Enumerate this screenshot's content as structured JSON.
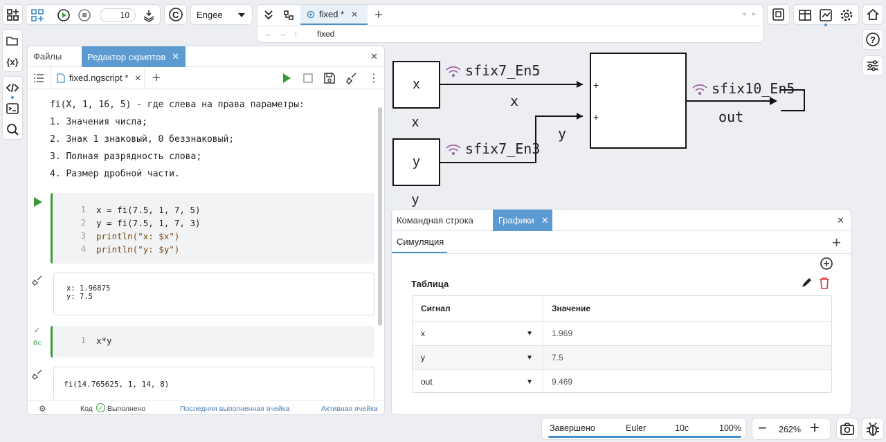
{
  "toolbar": {
    "step_count": "10",
    "solver_select": "Engee",
    "diagram_tab": "fixed *",
    "breadcrumb": "fixed"
  },
  "left_panel": {
    "tab_files": "Файлы",
    "tab_script_editor": "Редактор скриптов",
    "file_tab": "fixed.ngscript *",
    "text_lines": [
      "fi(X, 1, 16, 5) - где слева на права параметры:",
      "1. Значения числа;",
      "2. Знак 1 знаковый, 0 беззнаковый;",
      "3. Полная разрядность слова;",
      "4. Размер дробной части."
    ],
    "cell1": {
      "line_numbers": [
        "1",
        "2",
        "3",
        "4"
      ],
      "code": [
        "x = fi(7.5, 1, 7, 5)",
        "y = fi(7.5, 1, 7, 3)",
        "println(\"x: $x\")",
        "println(\"y: $y\")"
      ]
    },
    "output1": [
      "x: 1.96875",
      "y: 7.5"
    ],
    "cell2": {
      "status_time": "0c",
      "line_numbers": [
        "1"
      ],
      "code": [
        "x*y"
      ]
    },
    "output2": [
      "fi(14.765625, 1, 14, 8)"
    ],
    "status": {
      "mode": "Код",
      "state": "Выполнено",
      "last_cell_link": "Последняя выполненная ячейка",
      "active_cell_link": "Активная ячейка"
    }
  },
  "diagram": {
    "block_x_label": "x",
    "block_x_name": "x",
    "block_y_label": "y",
    "block_y_name": "y",
    "signal_x_type": "sfix7_En5",
    "signal_x_name": "x",
    "signal_y_type": "sfix7_En3",
    "signal_y_name": "y",
    "signal_out_type": "sfix10_En5",
    "signal_out_name": "out",
    "sum_sign_1": "+",
    "sum_sign_2": "+"
  },
  "bottom_panel": {
    "tab_command_line": "Командная строка",
    "tab_graphs": "Графики",
    "subtab_simulation": "Симуляция",
    "table_title": "Таблица",
    "col_signal": "Сигнал",
    "col_value": "Значение",
    "rows": [
      {
        "signal": "x",
        "value": "1.969"
      },
      {
        "signal": "y",
        "value": "7.5"
      },
      {
        "signal": "out",
        "value": "9.469"
      }
    ]
  },
  "status_bar": {
    "state": "Завершено",
    "solver": "Euler",
    "time": "10c",
    "progress_text": "100%",
    "progress": 1.0,
    "zoom": "262%"
  },
  "colors": {
    "accent": "#4a90c8",
    "active_tab": "#5b9bd1",
    "run_green": "#3a9a3a",
    "signal_purple": "#9b5a9b",
    "delete_red": "#d23b3b"
  }
}
